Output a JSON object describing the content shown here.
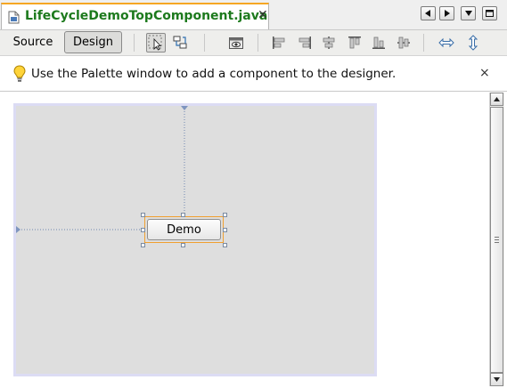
{
  "tab": {
    "title": "LifeCycleDemoTopComponent.java",
    "close_glyph": "✕",
    "file_icon": "java-file-icon",
    "accent_color": "#f5a623",
    "title_color": "#1d7a1d"
  },
  "tab_nav": {
    "left_icon": "scroll-left-icon",
    "right_icon": "scroll-right-icon",
    "dropdown_icon": "document-list-icon",
    "maximize_icon": "maximize-window-icon"
  },
  "toolbar": {
    "source_label": "Source",
    "design_label": "Design",
    "tools": [
      "selection-mode-icon",
      "connection-mode-icon",
      "preview-design-icon",
      "align-left-icon",
      "align-right-icon",
      "center-horizontally-icon",
      "align-top-icon",
      "align-bottom-icon",
      "center-vertically-icon",
      "resize-horizontally-icon",
      "resize-vertically-icon"
    ]
  },
  "hint": {
    "text": "Use the Palette window to add a component to the designer.",
    "icon": "lightbulb-icon",
    "close_glyph": "×"
  },
  "designer": {
    "component_label": "Demo"
  }
}
